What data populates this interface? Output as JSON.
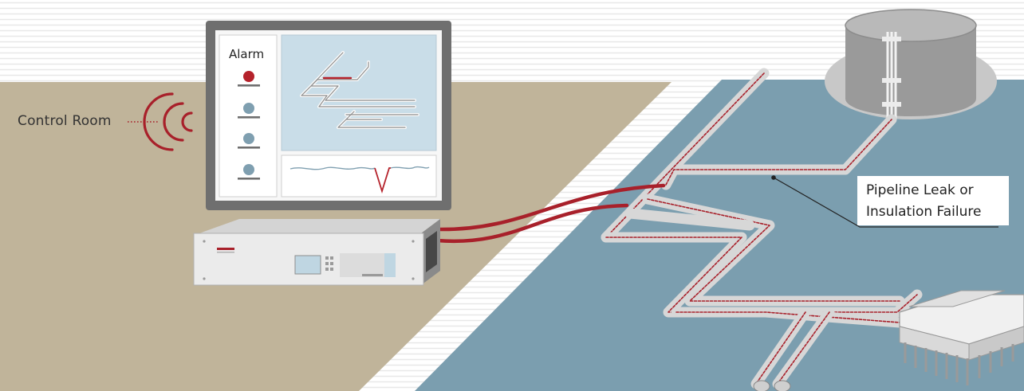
{
  "labels": {
    "control_room": "Control Room",
    "alarm": "Alarm",
    "callout_line1": "Pipeline Leak or",
    "callout_line2": "Insulation Failure"
  },
  "alarm_indicators": [
    {
      "state": "active",
      "color": "#b5222b"
    },
    {
      "state": "inactive",
      "color": "#7f9fb0"
    },
    {
      "state": "inactive",
      "color": "#7f9fb0"
    },
    {
      "state": "inactive",
      "color": "#7f9fb0"
    }
  ],
  "colors": {
    "floor_room": "#c0b49a",
    "floor_plant": "#7b9eaf",
    "alarm_red": "#b5222b",
    "cable_red": "#a8202a",
    "monitor_frame": "#6f6f6f",
    "screen_bg": "#c9dde8"
  }
}
